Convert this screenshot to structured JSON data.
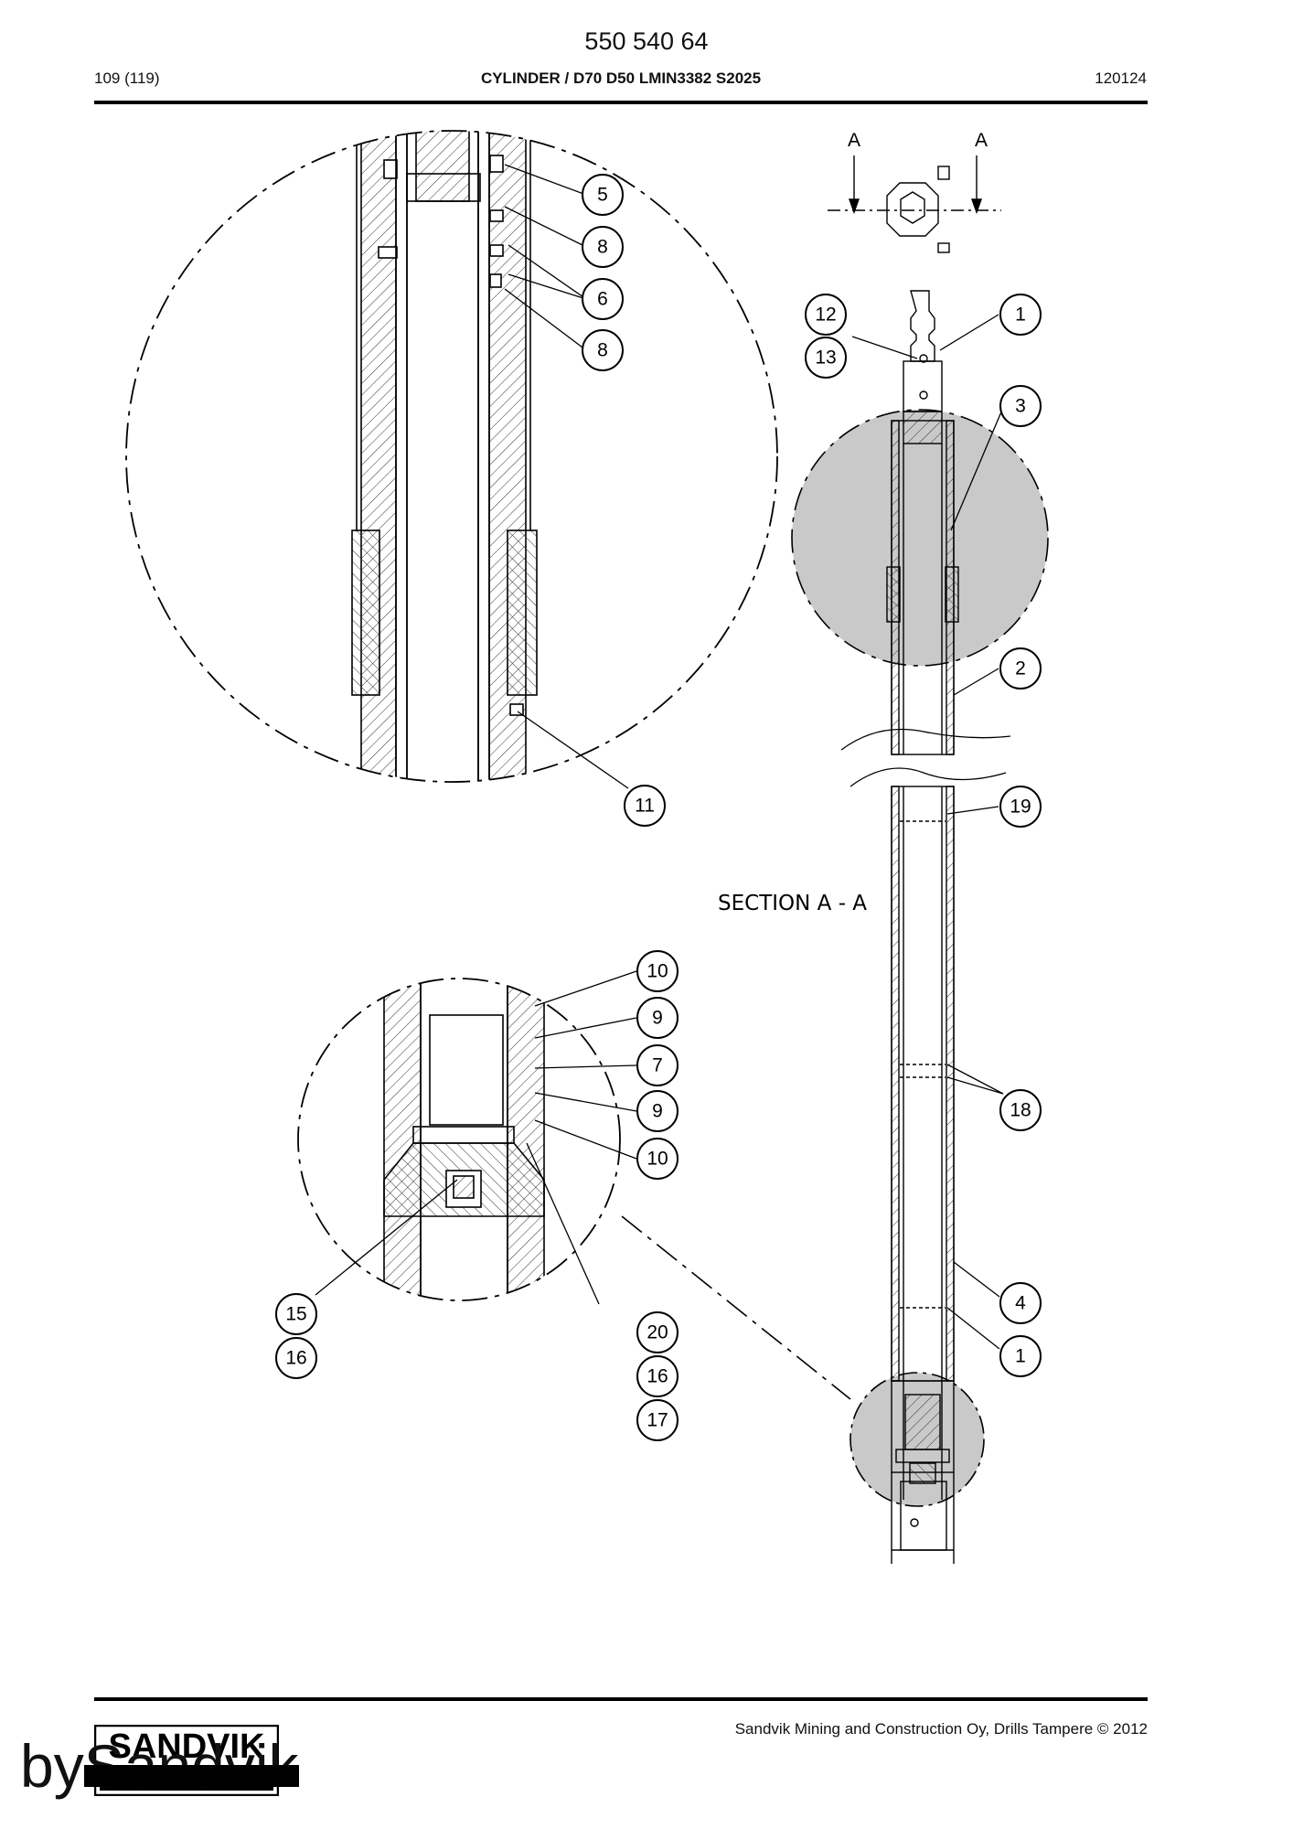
{
  "header": {
    "doc_number": "550 540 64",
    "page": "109 (119)",
    "title": "CYLINDER / D70 D50 LMIN3382 S2025",
    "date": "120124"
  },
  "drawing": {
    "section_title": "SECTION  A - A",
    "section_marker_left": "A",
    "section_marker_right": "A",
    "callouts": {
      "c5": "5",
      "c8a": "8",
      "c6": "6",
      "c8b": "8",
      "c11": "11",
      "c12": "12",
      "c13": "13",
      "c1a": "1",
      "c3": "3",
      "c2": "2",
      "c19": "19",
      "c18": "18",
      "c4": "4",
      "c1b": "1",
      "c10a": "10",
      "c9a": "9",
      "c7": "7",
      "c9b": "9",
      "c10b": "10",
      "c15": "15",
      "c16a": "16",
      "c20": "20",
      "c16b": "16",
      "c17": "17"
    }
  },
  "footer": {
    "copyright": "Sandvik Mining and Construction Oy, Drills Tampere © 2012",
    "logo_text": "SANDVIK",
    "by_prefix": "by",
    "by_name": "Sandvik"
  }
}
